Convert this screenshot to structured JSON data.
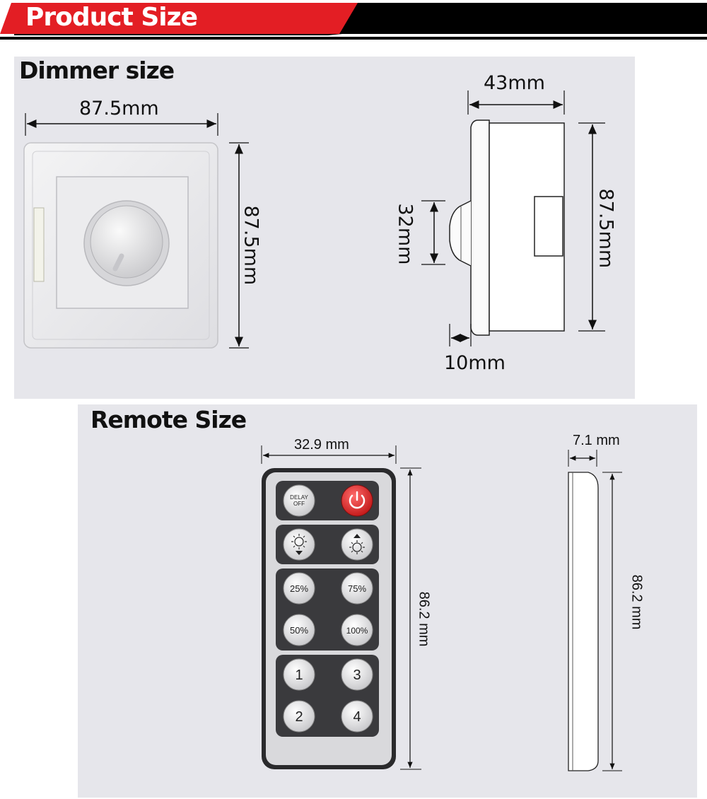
{
  "header": {
    "title": "Product Size",
    "accent_color": "#e31e24",
    "bar_color": "#000000"
  },
  "dimmer": {
    "title": "Dimmer size",
    "front_width": "87.5mm",
    "front_height": "87.5mm",
    "side_depth": "43mm",
    "side_height": "87.5mm",
    "knob_height": "32mm",
    "knob_depth": "10mm"
  },
  "remote": {
    "title": "Remote Size",
    "width": "32.9 mm",
    "height": "86.2 mm",
    "thickness": "7.1 mm",
    "side_height": "86.2 mm",
    "buttons": {
      "delay_off": "DELAY OFF",
      "power_icon": "power-icon",
      "brightness_down_icon": "brightness-down-icon",
      "brightness_up_icon": "brightness-up-icon",
      "p25": "25%",
      "p75": "75%",
      "p50": "50%",
      "p100": "100%",
      "s1": "1",
      "s3": "3",
      "s2": "2",
      "s4": "4"
    }
  }
}
